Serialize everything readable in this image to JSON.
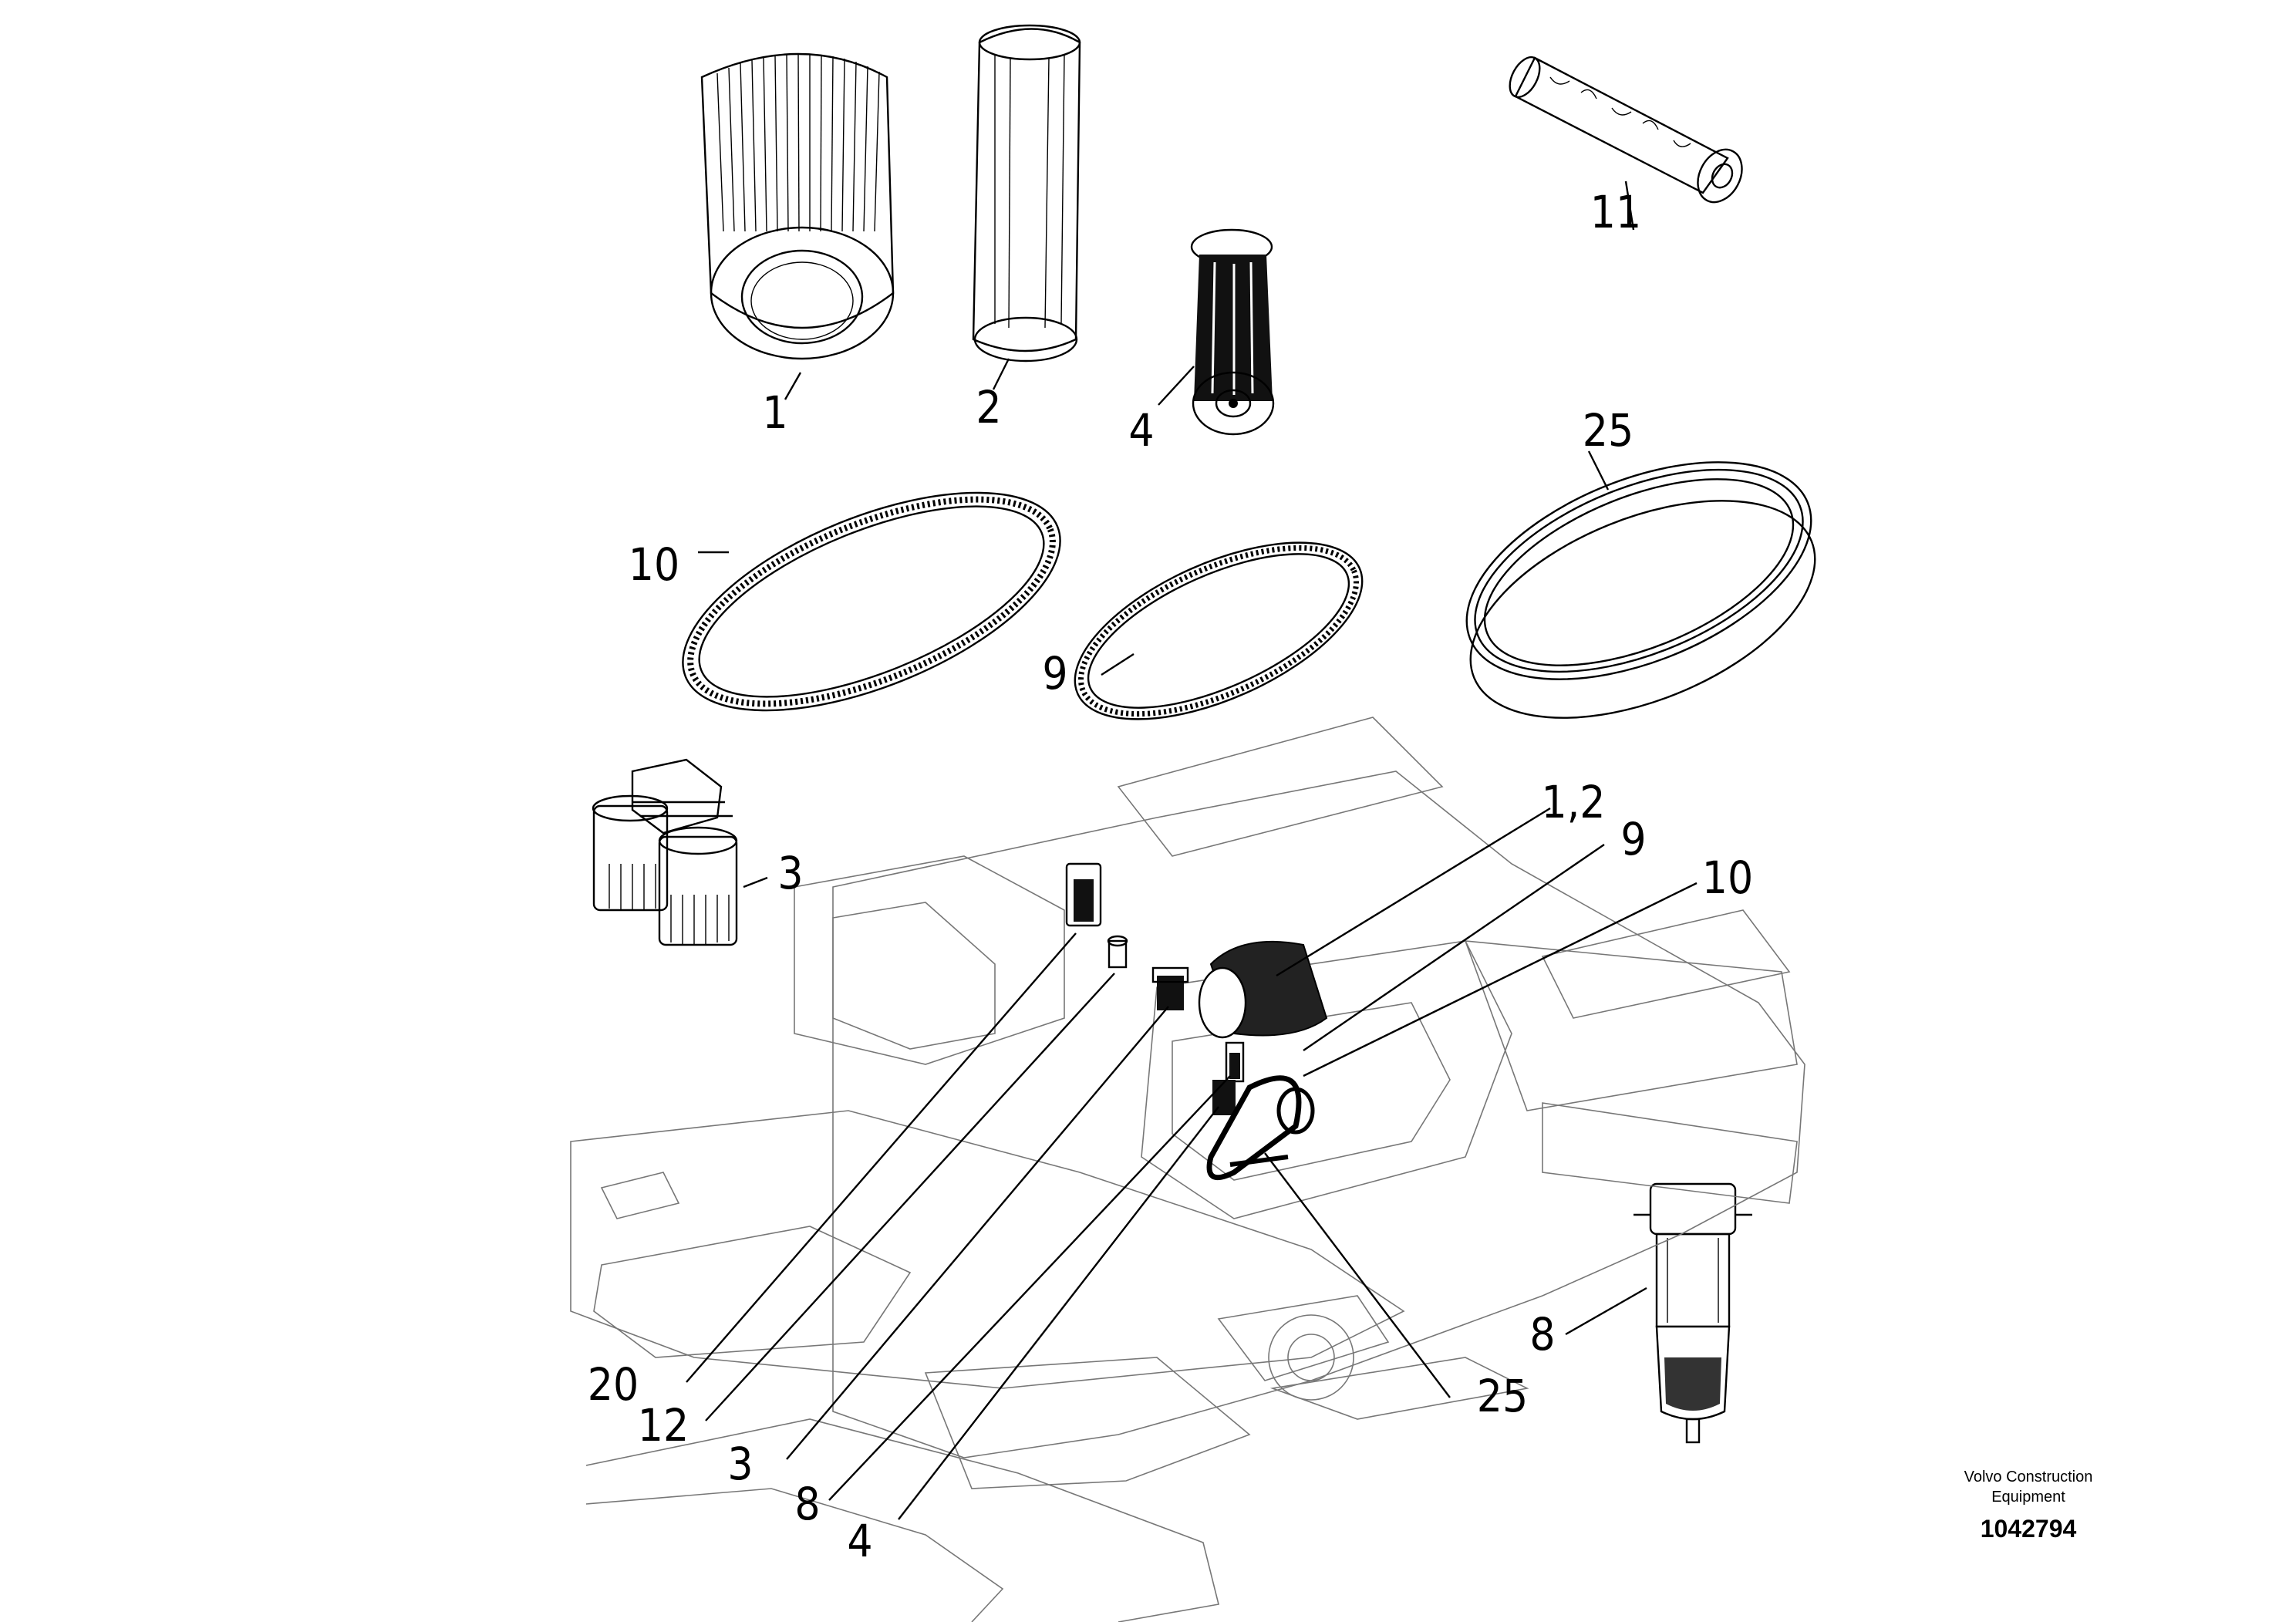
{
  "diagram": {
    "callouts": {
      "c1": "1",
      "c2": "2",
      "c4_top": "4",
      "c11": "11",
      "c25_top": "25",
      "c10_top": "10",
      "c9_top": "9",
      "c3_top": "3",
      "c12_assy": "1,2",
      "c9_assy": "9",
      "c10_assy": "10",
      "c20": "20",
      "c12": "12",
      "c3_bottom": "3",
      "c8_bottom": "8",
      "c4_bottom": "4",
      "c25_bottom": "25",
      "c8_right": "8"
    }
  },
  "footer": {
    "company_line1": "Volvo Construction",
    "company_line2": "Equipment",
    "document_number": "1042794"
  }
}
